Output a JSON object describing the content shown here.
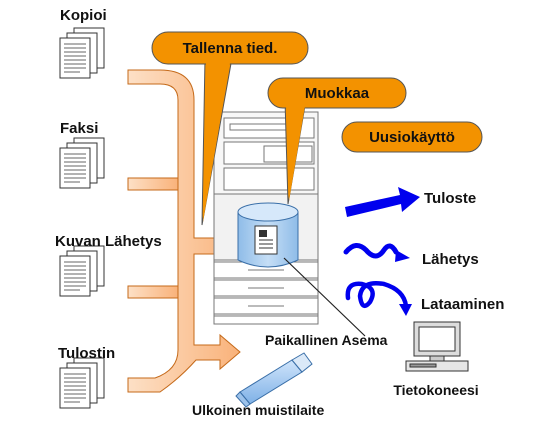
{
  "sources": {
    "copy": "Kopioi",
    "fax": "Faksi",
    "image_send": "Kuvan Lähetys",
    "printer": "Tulostin"
  },
  "callouts": {
    "save": "Tallenna tied.",
    "edit": "Muokkaa",
    "reuse": "Uusiokäyttö"
  },
  "outputs": {
    "print": "Tuloste",
    "send": "Lähetys",
    "download": "Lataaminen"
  },
  "storage": {
    "local_drive": "Paikallinen Asema",
    "external_memory": "Ulkoinen muistilaite",
    "computer": "Tietokoneesi"
  },
  "colors": {
    "orange_callout": "#f39200",
    "orange_flow": "#fbc79a",
    "drive_blue": "#a8cdf0",
    "arrow_blue": "#0000ee"
  },
  "icons": {
    "document_stack": "stacked-pages-icon",
    "drive": "database-cylinder-icon",
    "usb": "usb-memory-stick-icon",
    "pc": "desktop-computer-icon"
  }
}
